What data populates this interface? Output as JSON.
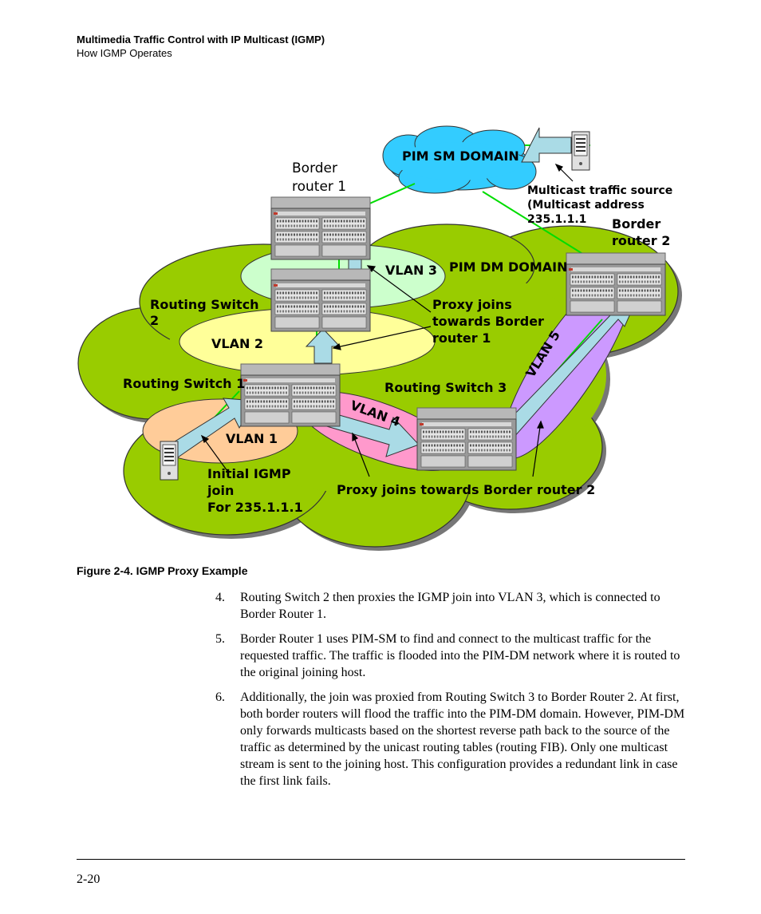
{
  "header": {
    "title": "Multimedia Traffic Control with IP Multicast (IGMP)",
    "subtitle": "How IGMP Operates"
  },
  "figure": {
    "labels": {
      "pim_sm_domain": "PIM SM DOMAIN",
      "pim_dm_domain": "PIM DM DOMAIN",
      "border_router_1": [
        "Border",
        "router 1"
      ],
      "border_router_2": [
        "Border",
        "router 2"
      ],
      "mc_source": [
        "Multicast traffic source",
        "(Multicast address",
        "235.1.1.1"
      ],
      "vlan1": "VLAN 1",
      "vlan2": "VLAN 2",
      "vlan3": "VLAN 3",
      "vlan4": "VLAN 4",
      "vlan5": "VLAN 5",
      "routing_switch_1": "Routing Switch 1",
      "routing_switch_2": [
        "Routing Switch",
        "2"
      ],
      "routing_switch_3": "Routing Switch 3",
      "proxy_br1": [
        "Proxy joins",
        "towards Border",
        "router 1"
      ],
      "proxy_br2": "Proxy joins towards Border router 2",
      "initial_join": [
        "Initial IGMP",
        "join",
        "For 235.1.1.1"
      ]
    },
    "colors": {
      "cloud_green": "#99cc00",
      "pim_sm_blue": "#33ccff",
      "vlan1": "#ffcc99",
      "vlan2": "#ffff99",
      "vlan3": "#ccffcc",
      "vlan4": "#ff99cc",
      "vlan5": "#cc99ff",
      "arrow_fill": "#aadbe6",
      "link_green": "#00dd00"
    }
  },
  "caption": "Figure 2-4.  IGMP Proxy Example",
  "steps": [
    {
      "num": "4.",
      "text": "Routing Switch 2 then proxies the IGMP join into VLAN 3, which is connected to Border Router 1."
    },
    {
      "num": "5.",
      "text": "Border Router 1 uses PIM-SM to find and connect to the multicast traffic for the requested traffic. The traffic is flooded into the PIM-DM network where it is routed to the original joining host."
    },
    {
      "num": "6.",
      "text": "Additionally, the join was proxied from Routing Switch 3 to Border Router 2. At first, both border routers will flood the traffic into the PIM-DM domain. However, PIM-DM only forwards multicasts based on the shortest reverse path back to the source of the traffic as determined by the unicast routing tables (routing FIB). Only one multicast stream is sent to the joining host. This configuration provides a redundant link in case the first link fails."
    }
  ],
  "footer": {
    "page_number": "2-20"
  }
}
